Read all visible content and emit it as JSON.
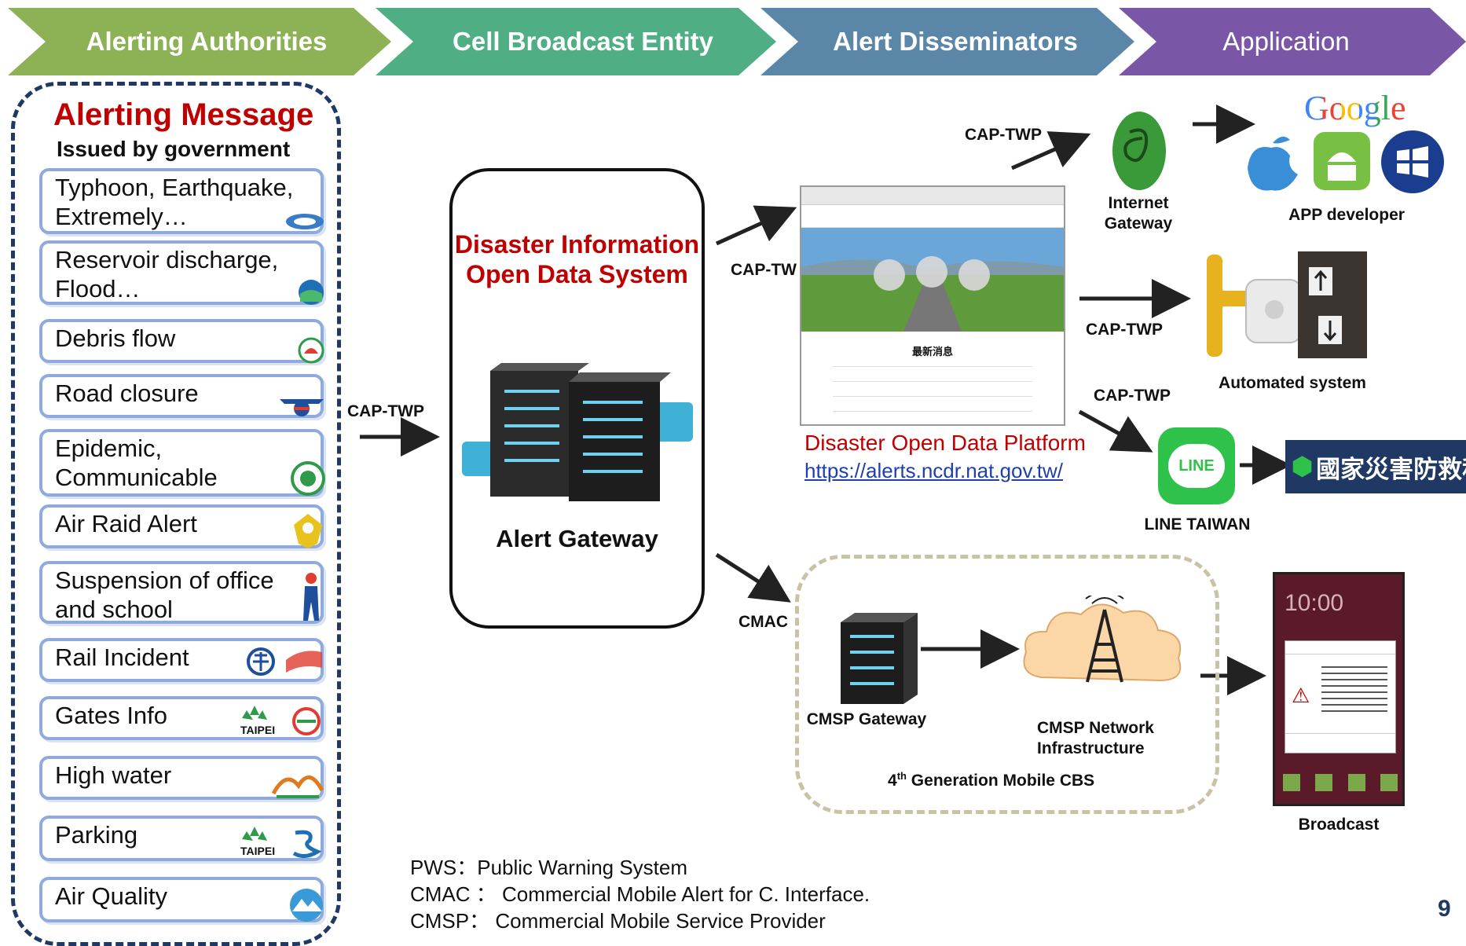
{
  "header": {
    "stages": [
      {
        "label": "Alerting Authorities",
        "color": "#8db255"
      },
      {
        "label": "Cell Broadcast Entity",
        "color": "#4fae84"
      },
      {
        "label": "Alert  Disseminators",
        "color": "#5a87a8"
      },
      {
        "label": "Application",
        "color": "#7a56a6"
      }
    ]
  },
  "alerting": {
    "title": "Alerting  Message",
    "subtitle": "Issued by government",
    "items": [
      {
        "label": "Typhoon,  Earthquake, Extremely…"
      },
      {
        "label": "Reservoir discharge, Flood…"
      },
      {
        "label": "Debris flow"
      },
      {
        "label": "Road closure"
      },
      {
        "label": "Epidemic, Communicable"
      },
      {
        "label": "Air Raid Alert"
      },
      {
        "label": "Suspension of office and school"
      },
      {
        "label": "Rail Incident"
      },
      {
        "label": "Gates Info"
      },
      {
        "label": "High water"
      },
      {
        "label": "Parking"
      },
      {
        "label": "Air Quality"
      }
    ],
    "taipei": "TAIPEI"
  },
  "central": {
    "system_title": "Disaster Information Open Data System",
    "gateway_label": "Alert Gateway"
  },
  "flow_labels": {
    "cap_left": "CAP-TWP",
    "cap_platform": "CAP-TW",
    "cap_internet": "CAP-TWP",
    "cap_auto": "CAP-TWP",
    "cap_line": "CAP-TWP",
    "cmac": "CMAC"
  },
  "platform": {
    "title": "Disaster Open Data Platform",
    "url": "https://alerts.ncdr.nat.gov.tw/",
    "screenshot_heading": "最新消息"
  },
  "apps": {
    "internet_gateway": "Internet Gateway",
    "google": "Google",
    "app_developer": "APP developer",
    "automated_system": "Automated system",
    "line_badge": "LINE",
    "line_taiwan": "LINE TAIWAN",
    "ncdr_banner": "國家災害防救科技中心"
  },
  "cbs": {
    "cmsp_gateway": "CMSP Gateway",
    "cmsp_network": "CMSP Network Infrastructure",
    "generation_prefix": "4",
    "generation_sup": "th",
    "generation_text": " Generation Mobile CBS",
    "broadcast": "Broadcast",
    "phone_time": "10:00"
  },
  "legend": [
    "PWS：Public  Warning System",
    "CMAC  ：  Commercial Mobile Alert for C. Interface.",
    "CMSP：  Commercial Mobile Service Provider"
  ],
  "page_number": "9"
}
